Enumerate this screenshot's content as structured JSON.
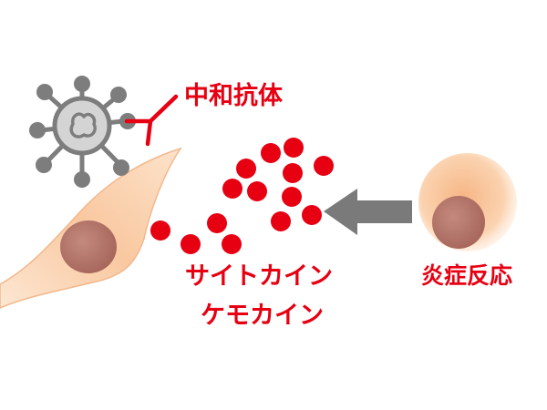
{
  "labels": {
    "neutralizing_antibody": "中和抗体",
    "cytokine": "サイトカイン",
    "chemokine": "ケモカイン",
    "inflammation": "炎症反応"
  },
  "colors": {
    "accent_red": "#e60012",
    "virus_gray": "#7d7d7d",
    "virus_body": "#d4d4d4",
    "cell_peach": "#f8c9a0",
    "nucleus": "#b77a6e",
    "arrow_gray": "#7a7a7a"
  }
}
